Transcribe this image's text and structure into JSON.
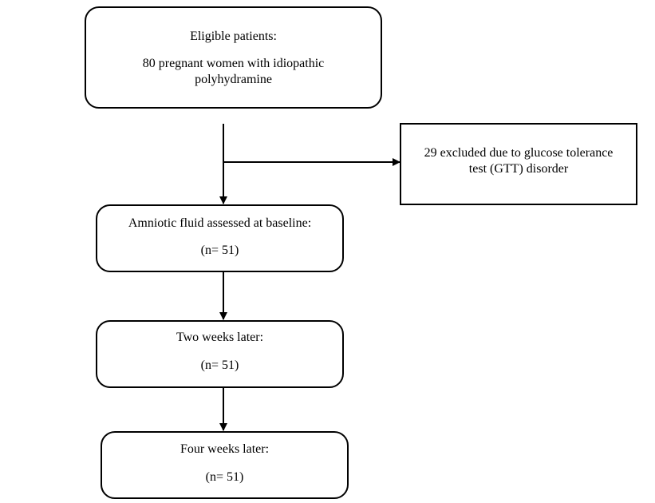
{
  "boxes": {
    "eligible": {
      "heading": "Eligible patients:",
      "line1": "80 pregnant women with idiopathic",
      "line2": "polyhydramine"
    },
    "excluded": {
      "line1": "29 excluded due to glucose tolerance",
      "line2": "test (GTT) disorder"
    },
    "baseline": {
      "heading": "Amniotic fluid assessed at baseline:",
      "count": "(n= 51)"
    },
    "two_weeks": {
      "heading": "Two weeks later:",
      "count": "(n= 51)"
    },
    "four_weeks": {
      "heading": "Four weeks later:",
      "count": "(n= 51)"
    }
  }
}
